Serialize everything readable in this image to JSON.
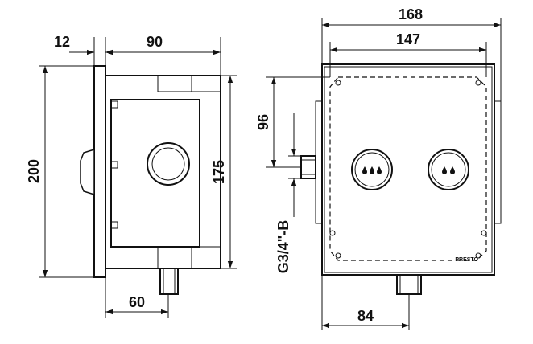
{
  "dimensions": {
    "left_width_12": "12",
    "left_width_90": "90",
    "left_height_200": "200",
    "left_height_175": "175",
    "left_bottom_60": "60",
    "right_width_168": "168",
    "right_width_147": "147",
    "right_height_96": "96",
    "thread_label": "G3/4\"-B",
    "right_bottom_84": "84"
  },
  "brand": "PRESTO"
}
